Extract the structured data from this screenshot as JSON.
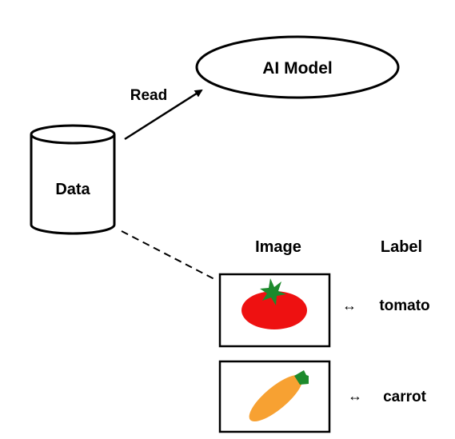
{
  "diagram": {
    "model_label": "AI Model",
    "read_label": "Read",
    "data_label": "Data",
    "image_header": "Image",
    "label_header": "Label",
    "rows": [
      {
        "arrow": "↔",
        "label": "tomato",
        "picture": "tomato"
      },
      {
        "arrow": "↔",
        "label": "carrot",
        "picture": "carrot"
      }
    ]
  },
  "colors": {
    "line": "#000000",
    "tomato_body": "#ee1111",
    "tomato_leaf": "#1d8a2c",
    "carrot_body": "#f7a132",
    "carrot_leaf": "#1d8a2c"
  }
}
